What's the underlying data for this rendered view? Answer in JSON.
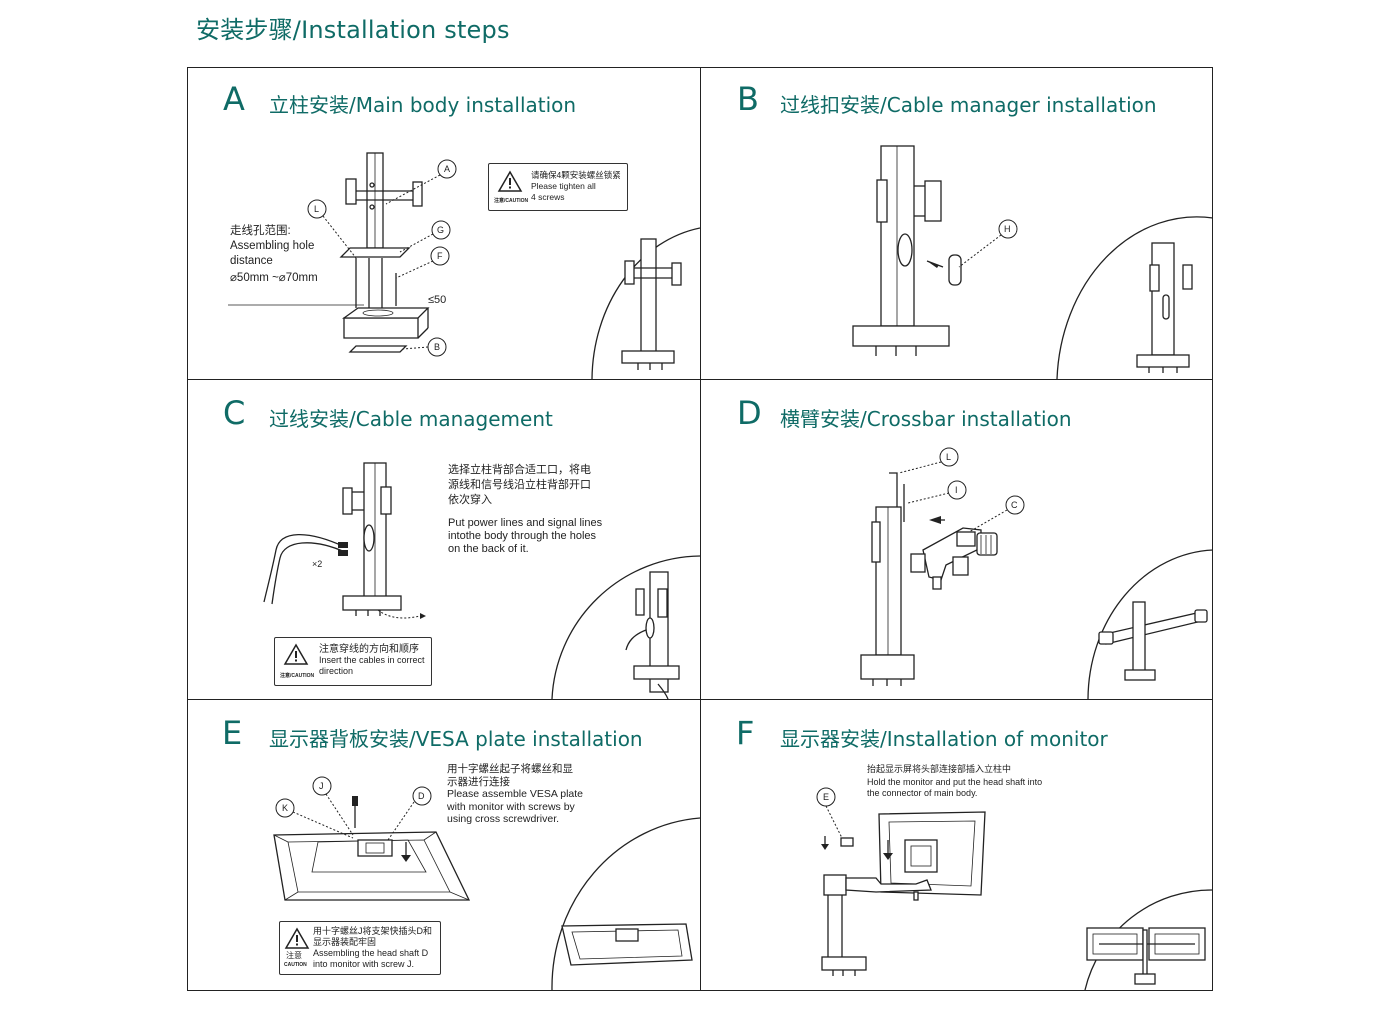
{
  "page_title": "安装步骤/Installation steps",
  "steps": [
    {
      "letter": "A",
      "title": "立柱安装/Main body installation",
      "callouts": [
        "A",
        "L",
        "G",
        "F",
        "B"
      ],
      "hole_label_cn": "走线孔范围:",
      "hole_label_en_1": "Assembling hole",
      "hole_label_en_2": "distance",
      "hole_range": "⌀50mm ~⌀70mm",
      "max_thickness": "≤50",
      "caution_cn": "请确保4颗安装螺丝锁紧",
      "caution_en_1": "Please tighten all",
      "caution_en_2": "4 screws",
      "caution_tag": "注意/CAUTION"
    },
    {
      "letter": "B",
      "title": "过线扣安装/Cable manager installation",
      "callouts": [
        "H"
      ]
    },
    {
      "letter": "C",
      "title": "过线安装/Cable management",
      "count": "×2",
      "note_cn_1": "选择立柱背部合适工口，将电",
      "note_cn_2": "源线和信号线沿立柱背部开口",
      "note_cn_3": "依次穿入",
      "note_en_1": "Put power lines and signal lines",
      "note_en_2": "intothe body through the holes",
      "note_en_3": "on the back of it.",
      "caution_cn": "注意穿线的方向和顺序",
      "caution_en_1": "Insert the cables in correct",
      "caution_en_2": "direction",
      "caution_tag": "注意/CAUTION"
    },
    {
      "letter": "D",
      "title": "横臂安装/Crossbar installation",
      "callouts": [
        "L",
        "I",
        "C"
      ]
    },
    {
      "letter": "E",
      "title": "显示器背板安装/VESA plate installation",
      "callouts": [
        "J",
        "K",
        "D"
      ],
      "note_cn_1": "用十字螺丝起子将螺丝和显",
      "note_cn_2": "示器进行连接",
      "note_en_1": "Please assemble VESA plate",
      "note_en_2": "with monitor with screws by",
      "note_en_3": "using cross screwdriver.",
      "caution_cn_1": "用十字螺丝J将支架快插头D和",
      "caution_cn_2": "显示器装配牢固",
      "caution_en_1": "Assembling the head shaft D",
      "caution_en_2": "into monitor with screw J.",
      "caution_tag_cn": "注意",
      "caution_tag": "CAUTION"
    },
    {
      "letter": "F",
      "title": "显示器安装/Installation of monitor",
      "callouts": [
        "E"
      ],
      "note_cn": "抬起显示屏将头部连接部插入立柱中",
      "note_en_1": "Hold the monitor and put the head shaft into",
      "note_en_2": "the connector of main body."
    }
  ],
  "colors": {
    "accent": "#0f6b66",
    "line": "#222222"
  }
}
